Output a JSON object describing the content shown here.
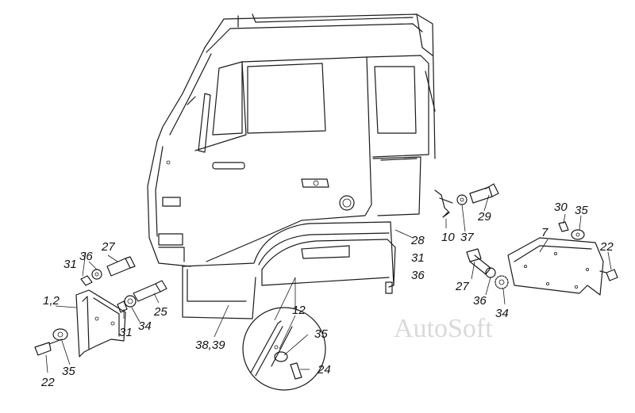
{
  "watermark": "AutoSoft",
  "callouts": {
    "c_1_2": "1,2",
    "c_31_left": "31",
    "c_36_left": "36",
    "c_27_left": "27",
    "c_31_mid": "31",
    "c_34_left": "34",
    "c_25": "25",
    "c_22_left": "22",
    "c_35_left": "35",
    "c_38_39": "38,39",
    "c_12": "12",
    "c_35_detail": "35",
    "c_24": "24",
    "c_28": "28",
    "c_31_right": "31",
    "c_36_right": "36",
    "c_10": "10",
    "c_37": "37",
    "c_29": "29",
    "c_30": "30",
    "c_35_right": "35",
    "c_7": "7",
    "c_22_right": "22",
    "c_27_right": "27",
    "c_36_bottom": "36",
    "c_34_right": "34"
  }
}
